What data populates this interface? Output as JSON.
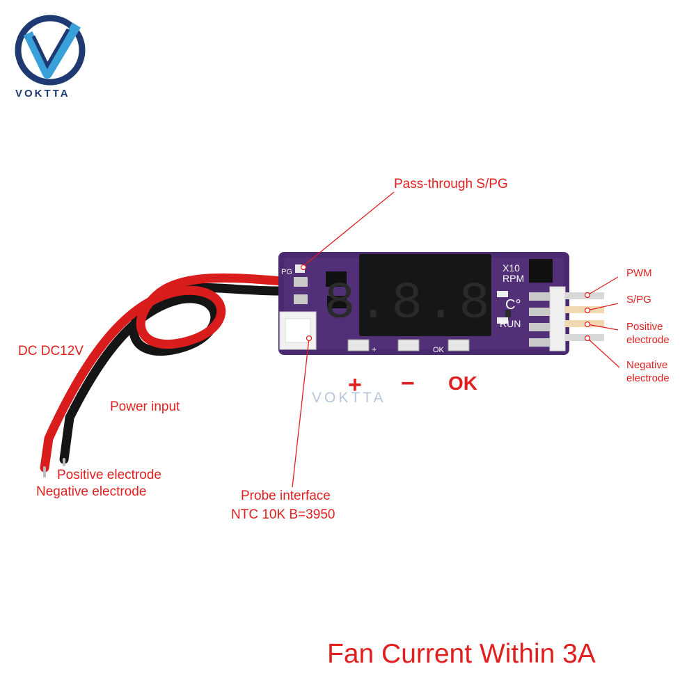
{
  "brand": {
    "name": "VOKTTA",
    "watermark": "VOKTTA",
    "color_primary": "#1f3a73",
    "color_accent": "#3aa0d8"
  },
  "accent_color": "#e01f1f",
  "board": {
    "display_digits": "8.8.8.",
    "silkscreen": {
      "unit_x10": "X10",
      "unit_rpm": "RPM",
      "unit_c": "C°",
      "run": "RUN",
      "pg": "PG",
      "ok": "OK",
      "plus": "+"
    },
    "board_color": "#4a2a6e"
  },
  "labels": {
    "pass_through": "Pass-through S/PG",
    "dc": "DC DC12V",
    "power_input": "Power input",
    "positive_electrode": "Positive electrode",
    "negative_electrode": "Negative electrode",
    "probe_line1": "Probe interface",
    "probe_line2": "NTC 10K B=3950",
    "pwm": "PWM",
    "spg": "S/PG",
    "fan_pos_line1": "Positive",
    "fan_pos_line2": "electrode",
    "fan_neg_line1": "Negative",
    "fan_neg_line2": "electrode"
  },
  "buttons": {
    "plus": "+",
    "minus": "−",
    "ok": "OK"
  },
  "caption": "Fan Current Within 3A"
}
